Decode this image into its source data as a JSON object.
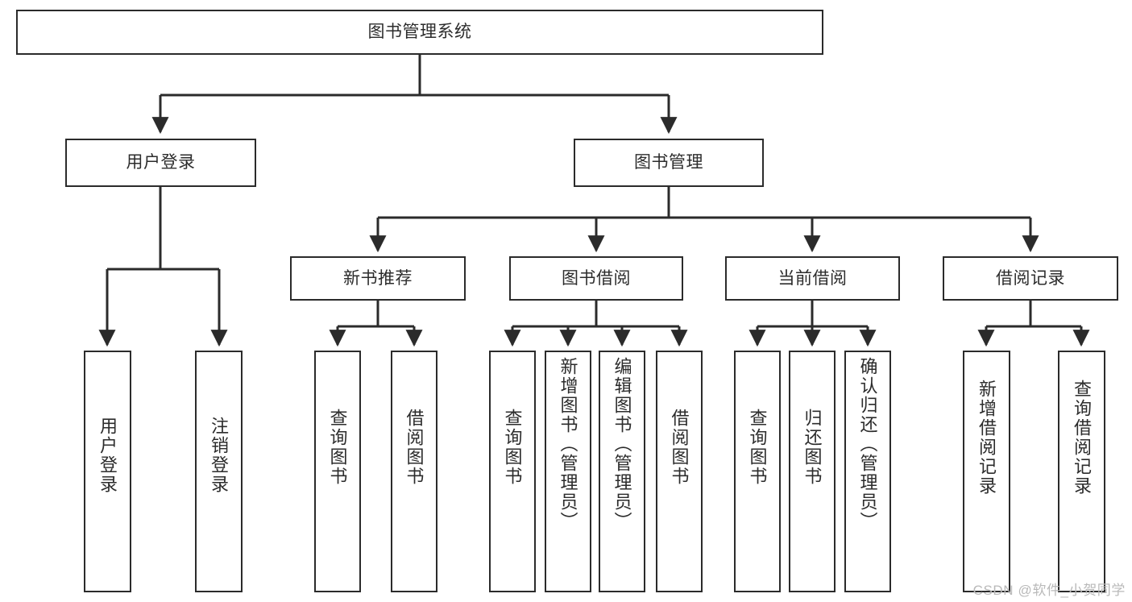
{
  "diagram": {
    "title": "图书管理系统",
    "type": "tree",
    "stroke_color": "#2b2b2b",
    "text_color": "#2c2c2c",
    "background_color": "#ffffff"
  },
  "nodes": {
    "root": {
      "label": "图书管理系统"
    },
    "level1": [
      {
        "id": "user-login",
        "label": "用户登录"
      },
      {
        "id": "book-manage",
        "label": "图书管理"
      }
    ],
    "level2": [
      {
        "id": "new-book-recommend",
        "label": "新书推荐"
      },
      {
        "id": "book-borrow",
        "label": "图书借阅"
      },
      {
        "id": "current-borrow",
        "label": "当前借阅"
      },
      {
        "id": "borrow-record",
        "label": "借阅记录"
      }
    ],
    "leaves": [
      {
        "id": "leaf-user-login",
        "label": "用户登录",
        "parent": "user-login"
      },
      {
        "id": "leaf-user-logout",
        "label": "注销登录",
        "parent": "user-login"
      },
      {
        "id": "leaf-query-book-1",
        "label": "查询图书",
        "parent": "new-book-recommend"
      },
      {
        "id": "leaf-borrow-book-1",
        "label": "借阅图书",
        "parent": "new-book-recommend"
      },
      {
        "id": "leaf-query-book-2",
        "label": "查询图书",
        "parent": "book-borrow"
      },
      {
        "id": "leaf-add-book",
        "label": "新增图书（管理员）",
        "parent": "book-borrow"
      },
      {
        "id": "leaf-edit-book",
        "label": "编辑图书（管理员）",
        "parent": "book-borrow"
      },
      {
        "id": "leaf-borrow-book-2",
        "label": "借阅图书",
        "parent": "book-borrow"
      },
      {
        "id": "leaf-query-book-3",
        "label": "查询图书",
        "parent": "current-borrow"
      },
      {
        "id": "leaf-return-book",
        "label": "归还图书",
        "parent": "current-borrow"
      },
      {
        "id": "leaf-confirm-return",
        "label": "确认归还（管理员）",
        "parent": "current-borrow"
      },
      {
        "id": "leaf-add-record",
        "label": "新增借阅记录",
        "parent": "borrow-record"
      },
      {
        "id": "leaf-query-record",
        "label": "查询借阅记录",
        "parent": "borrow-record"
      }
    ]
  },
  "watermark": {
    "text": "CSDN @软件_小贺同学"
  }
}
